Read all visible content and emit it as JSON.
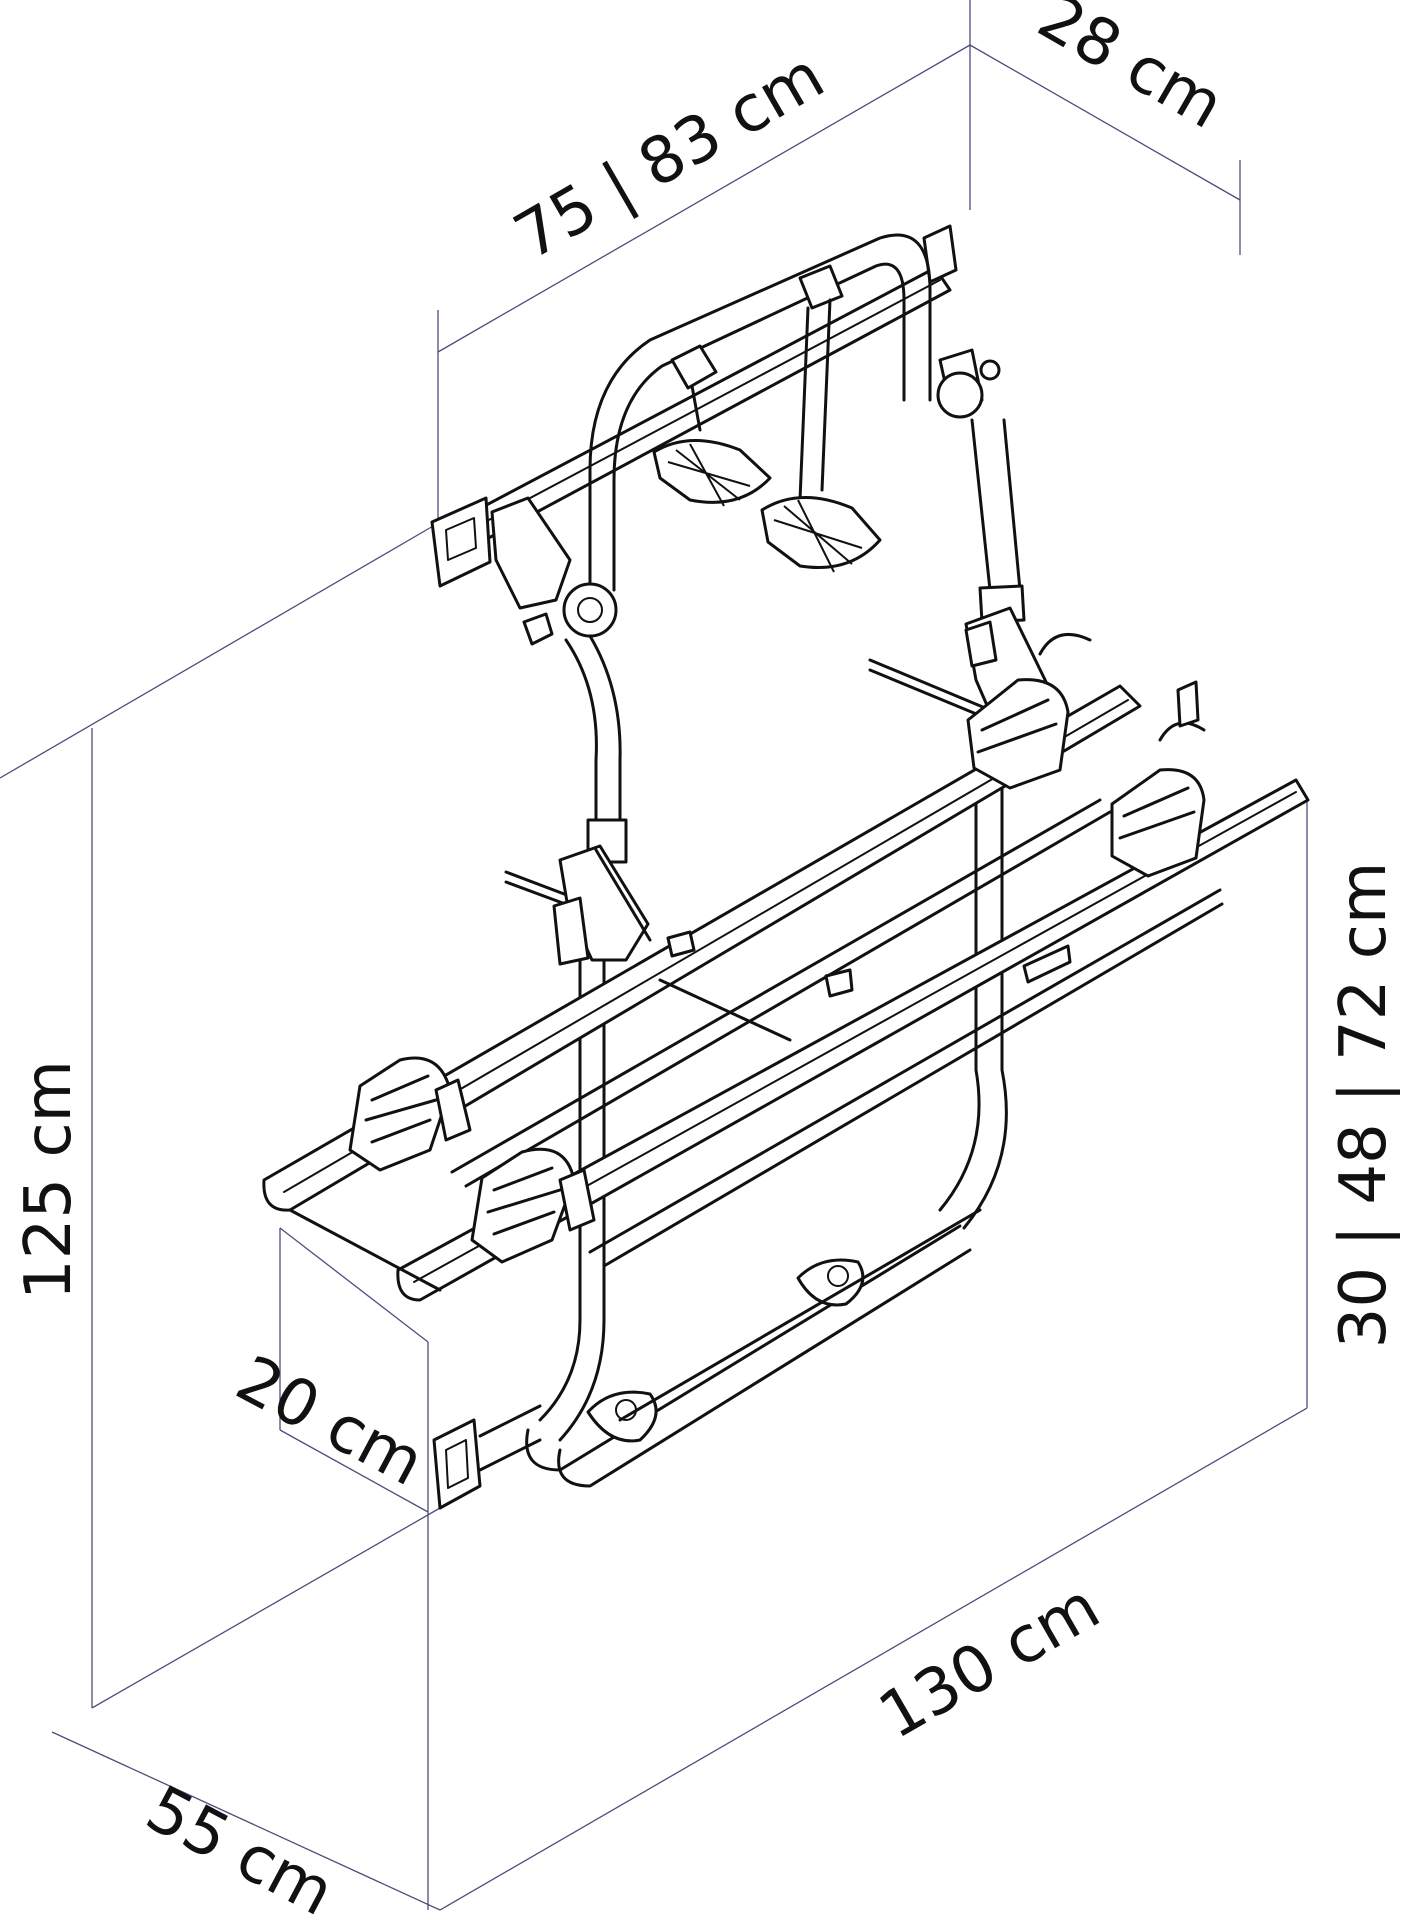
{
  "colors": {
    "line": "#111111",
    "dimension_line": "#4b4f7c",
    "background": "#ffffff"
  },
  "dimensions": {
    "top_width": "75 | 83 cm",
    "top_depth": "28 cm",
    "total_height": "125 cm",
    "rail_height": "30 | 48 | 72 cm",
    "lower_offset": "20 cm",
    "total_length": "130 cm",
    "bottom_depth": "55 cm"
  }
}
